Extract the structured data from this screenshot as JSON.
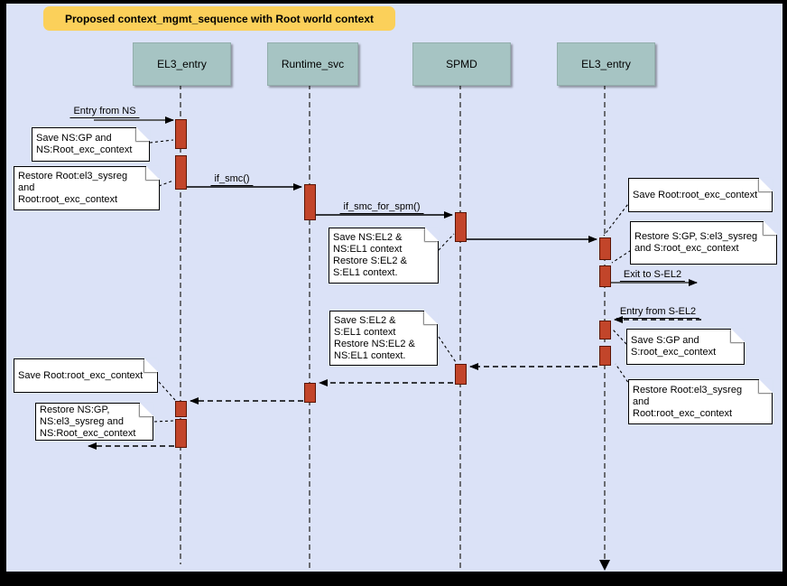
{
  "title": "Proposed context_mgmt_sequence with Root world context",
  "lifelines": [
    {
      "label": "EL3_entry"
    },
    {
      "label": "Runtime_svc"
    },
    {
      "label": "SPMD"
    },
    {
      "label": "EL3_entry"
    }
  ],
  "messages": {
    "entry_from_ns": "Entry from NS",
    "if_smc": "if_smc()",
    "if_smc_for_spm": "if_smc_for_spm()",
    "exit_to_sel2": "Exit to S-EL2",
    "entry_from_sel2": "Entry from S-EL2"
  },
  "notes": [
    {
      "text": "Save NS:GP and\nNS:Root_exc_context"
    },
    {
      "text": "Restore Root:el3_sysreg\nand\nRoot:root_exc_context"
    },
    {
      "text": "Save NS:EL2 &\nNS:EL1 context\nRestore S:EL2 &\nS:EL1 context."
    },
    {
      "text": "Save Root:root_exc_context"
    },
    {
      "text": "Restore S:GP, S:el3_sysreg\nand S:root_exc_context"
    },
    {
      "text": "Save S:GP and\nS:root_exc_context"
    },
    {
      "text": "Restore Root:el3_sysreg\nand\nRoot:root_exc_context"
    },
    {
      "text": "Save S:EL2 &\nS:EL1 context\nRestore NS:EL2 &\nNS:EL1 context."
    },
    {
      "text": "Save Root:root_exc_context"
    },
    {
      "text": "Restore NS:GP,\nNS:el3_sysreg and\nNS:Root_exc_context"
    }
  ],
  "colors": {
    "background": "#dbe2f7",
    "frame": "#000000",
    "banner": "#fbd05a",
    "lifeline_header": "#a6c4c3",
    "activation_fill": "#c2452a",
    "activation_border": "#5a1505",
    "note_fill": "#ffffff"
  }
}
